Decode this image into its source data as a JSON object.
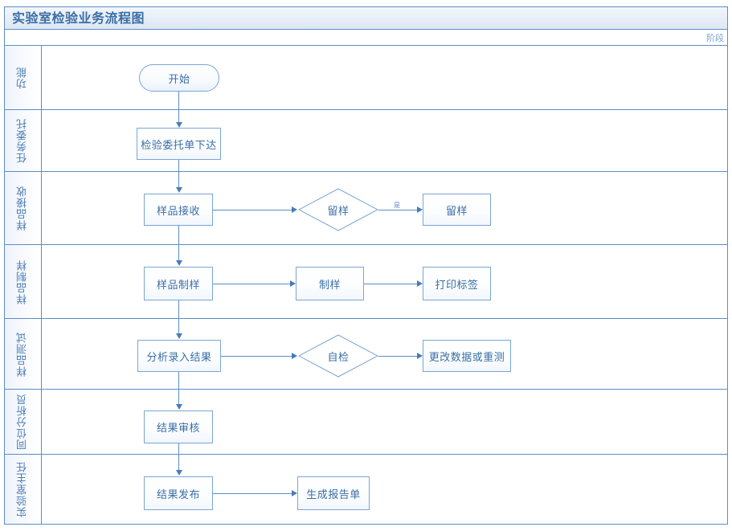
{
  "header": {
    "title": "实验室检验业务流程图",
    "stage_label": "阶段"
  },
  "lanes": [
    {
      "id": "lane-gongneng",
      "label": "功能"
    },
    {
      "id": "lane-renwuweituo",
      "label": "任务委托"
    },
    {
      "id": "lane-yangpinjieshou",
      "label": "样品接收"
    },
    {
      "id": "lane-yangpinzhiyang",
      "label": "样品制样"
    },
    {
      "id": "lane-yangpinceshi",
      "label": "样品测试"
    },
    {
      "id": "lane-tongweifenxiyuan",
      "label": "同位分析员"
    },
    {
      "id": "lane-shiyanshizhuren",
      "label": "实验室主任"
    }
  ],
  "nodes": {
    "start": "开始",
    "commission_issue": "检验委托单下达",
    "sample_receive": "样品接收",
    "retain_decision": "留样",
    "retain_action": "留样",
    "sample_prepare": "样品制样",
    "prepare_action": "制样",
    "print_label": "打印标签",
    "analysis_entry": "分析录入结果",
    "self_check": "自检",
    "modify_or_retest": "更改数据或重测",
    "result_review": "结果审核",
    "result_publish": "结果发布",
    "generate_report": "生成报告单"
  },
  "edge_labels": {
    "retain_yes": "是"
  },
  "colors": {
    "frame_border": "#5b8dc8",
    "node_border": "#7aa6d6",
    "text": "#3a6ea5",
    "lane_text": "#4a7cb5",
    "connector": "#5b8dc8",
    "title_text": "#3a6ea5"
  }
}
